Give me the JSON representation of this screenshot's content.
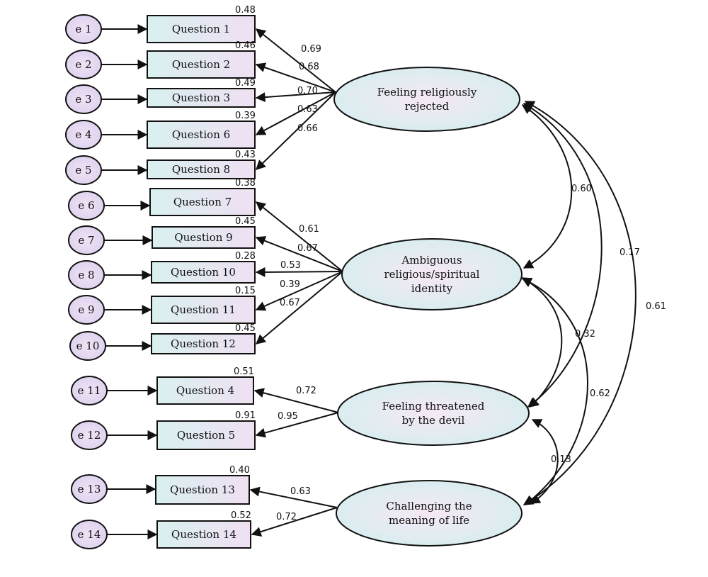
{
  "errors": [
    "e 1",
    "e 2",
    "e 3",
    "e 4",
    "e 5",
    "e 6",
    "e 7",
    "e 8",
    "e 9",
    "e 10",
    "e 11",
    "e 12",
    "e 13",
    "e 14"
  ],
  "questions": [
    "Question 1",
    "Question 2",
    "Question 3",
    "Question 6",
    "Question 8",
    "Question 7",
    "Question 9",
    "Question 10",
    "Question 11",
    "Question 12",
    "Question 4",
    "Question 5",
    "Question 13",
    "Question 14"
  ],
  "r_squared": [
    "0.48",
    "0.46",
    "0.49",
    "0.39",
    "0.43",
    "0.38",
    "0.45",
    "0.28",
    "0.15",
    "0.45",
    "0.51",
    "0.91",
    "0.40",
    "0.52"
  ],
  "loadings": [
    "0.69",
    "0.68",
    "0.70",
    "0.63",
    "0.66",
    "0.61",
    "0.67",
    "0.53",
    "0.39",
    "0.67",
    "0.72",
    "0.95",
    "0.63",
    "0.72"
  ],
  "factors": [
    {
      "line1": "Feeling religiously",
      "line2": "rejected",
      "line3": ""
    },
    {
      "line1": "Ambiguous",
      "line2": "religious/spiritual",
      "line3": "identity"
    },
    {
      "line1": "Feeling threatened",
      "line2": "by the devil",
      "line3": ""
    },
    {
      "line1": "Challenging the",
      "line2": "meaning of life",
      "line3": ""
    }
  ],
  "correlations": {
    "f1_f2": "0.60",
    "f1_f3": "0.17",
    "f1_f4": "0.61",
    "f2_f3": "0.32",
    "f2_f4": "0.62",
    "f3_f4": "0.13"
  },
  "colors": {
    "box_fill_left": "#d9f0f0",
    "box_fill_right": "#efe0f2",
    "ellipse_center": "#f4e4f4",
    "ellipse_edge": "#d8f0f0",
    "error_fill": "#e8d8f0",
    "stroke": "#111111"
  }
}
